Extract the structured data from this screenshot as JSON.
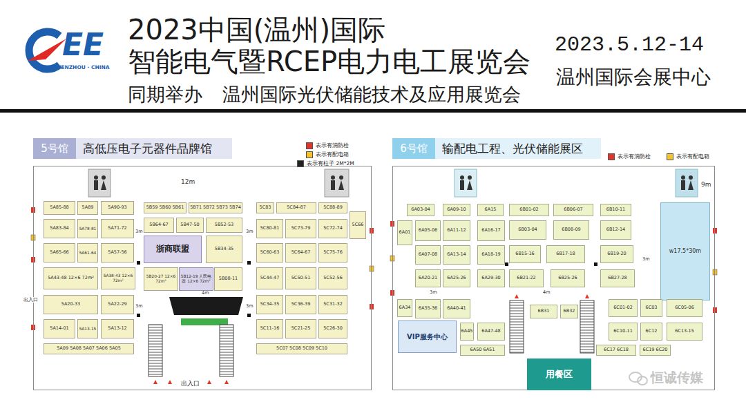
{
  "diagram": {
    "title": "2023中国(温州)国际 智能电气暨RCEP电力电工展览会",
    "nodes": [
      {
        "text": [
          "5号馆",
          "高低压电子元器件品牌馆"
        ]
      },
      {
        "text": [
          "5A85-88"
        ],
        "in": 0
      },
      {
        "text": [
          "5A89"
        ],
        "in": 0
      },
      {
        "text": [
          "5A90-93"
        ],
        "in": 0
      },
      {
        "text": [
          "5A83-84"
        ],
        "in": 0
      },
      {
        "text": [
          "5A78-81"
        ],
        "in": 0
      },
      {
        "text": [
          "5A71-72"
        ],
        "in": 0
      },
      {
        "text": [
          "5A65-66"
        ],
        "in": 0
      },
      {
        "text": [
          "5A61-64"
        ],
        "in": 0
      },
      {
        "text": [
          "5A57-56"
        ],
        "in": 0
      },
      {
        "text": [
          "5A43-48 12×6 72m²"
        ],
        "in": 0
      },
      {
        "text": [
          "5A38-43 12×6 72m²"
        ],
        "in": 0
      },
      {
        "text": [
          "5A20-33"
        ],
        "in": 0
      },
      {
        "text": [
          "5A22-29"
        ],
        "in": 0
      },
      {
        "text": [
          "5A14-01"
        ],
        "in": 0
      },
      {
        "text": [
          "5A13-15"
        ],
        "in": 0
      },
      {
        "text": [
          "5A13-12"
        ],
        "in": 0
      },
      {
        "text": [
          "5A09 5A08 5A07 5A06 5A05"
        ],
        "in": 0
      },
      {
        "text": [
          "5B59 5B60 5B61"
        ],
        "in": 0
      },
      {
        "text": [
          "5B71 5B72 5B73 5B74"
        ],
        "in": 0
      },
      {
        "text": [
          "5B64-67"
        ],
        "in": 0
      },
      {
        "text": [
          "5B47-50"
        ],
        "in": 0
      },
      {
        "text": [
          "5B52-53"
        ],
        "in": 0
      },
      {
        "text": [
          "浙商联盟"
        ],
        "in": 0
      },
      {
        "text": [
          "5B34-35"
        ],
        "in": 0
      },
      {
        "text": [
          "5B20-27 12×6 72m²"
        ],
        "in": 0
      },
      {
        "text": [
          "5B12-19 人民电器 12×6 72m²"
        ],
        "in": 0
      },
      {
        "text": [
          "5B08-11"
        ],
        "in": 0
      },
      {
        "text": [
          "5C83"
        ],
        "in": 0
      },
      {
        "text": [
          "5C84-87"
        ],
        "in": 0
      },
      {
        "text": [
          "5C88-89"
        ],
        "in": 0
      },
      {
        "text": [
          "5C80-81"
        ],
        "in": 0
      },
      {
        "text": [
          "5C73-79"
        ],
        "in": 0
      },
      {
        "text": [
          "5C72-74"
        ],
        "in": 0
      },
      {
        "text": [
          "5C66"
        ],
        "in": 0
      },
      {
        "text": [
          "5C60-63"
        ],
        "in": 0
      },
      {
        "text": [
          "5C64-67"
        ],
        "in": 0
      },
      {
        "text": [
          "5C75-76"
        ],
        "in": 0
      },
      {
        "text": [
          "5C44-47"
        ],
        "in": 0
      },
      {
        "text": [
          "5C50-51"
        ],
        "in": 0
      },
      {
        "text": [
          "5C52-56"
        ],
        "in": 0
      },
      {
        "text": [
          "5C34-35"
        ],
        "in": 0
      },
      {
        "text": [
          "5C36-39"
        ],
        "in": 0
      },
      {
        "text": [
          "5C31-32"
        ],
        "in": 0
      },
      {
        "text": [
          "5C11-16"
        ],
        "in": 0
      },
      {
        "text": [
          "5C21-25"
        ],
        "in": 0
      },
      {
        "text": [
          "5C26-30"
        ],
        "in": 0
      },
      {
        "text": [
          "5C07 5C08 5C09 5C10"
        ],
        "in": 0
      },
      {
        "text": [
          "6号馆",
          "输配电工程、光伏储能展区"
        ]
      },
      {
        "text": [
          "6A03-04"
        ],
        "in": 48
      },
      {
        "text": [
          "6A09-10"
        ],
        "in": 48
      },
      {
        "text": [
          "6A15"
        ],
        "in": 48
      },
      {
        "text": [
          "6B01-02"
        ],
        "in": 48
      },
      {
        "text": [
          "6B06-07"
        ],
        "in": 48
      },
      {
        "text": [
          "6B10-11"
        ],
        "in": 48
      },
      {
        "text": [
          "6A01"
        ],
        "in": 48
      },
      {
        "text": [
          "6A05-06"
        ],
        "in": 48
      },
      {
        "text": [
          "6A11-12"
        ],
        "in": 48
      },
      {
        "text": [
          "6A16-17"
        ],
        "in": 48
      },
      {
        "text": [
          "6B03-04"
        ],
        "in": 48
      },
      {
        "text": [
          "6B08-09"
        ],
        "in": 48
      },
      {
        "text": [
          "6B12-14"
        ],
        "in": 48
      },
      {
        "text": [
          "w17.5*30m"
        ],
        "in": 48
      },
      {
        "text": [
          "6A07-08"
        ],
        "in": 48
      },
      {
        "text": [
          "6A13-14"
        ],
        "in": 48
      },
      {
        "text": [
          "6A18-19"
        ],
        "in": 48
      },
      {
        "text": [
          "6B15-16"
        ],
        "in": 48
      },
      {
        "text": [
          "6B17-18"
        ],
        "in": 48
      },
      {
        "text": [
          "6B19-20"
        ],
        "in": 48
      },
      {
        "text": [
          "6A20-21"
        ],
        "in": 48
      },
      {
        "text": [
          "6A25-26"
        ],
        "in": 48
      },
      {
        "text": [
          "6A29-30"
        ],
        "in": 48
      },
      {
        "text": [
          "6B21-22"
        ],
        "in": 48
      },
      {
        "text": [
          "6B25-26"
        ],
        "in": 48
      },
      {
        "text": [
          "6B27-28"
        ],
        "in": 48
      },
      {
        "text": [
          "6A34"
        ],
        "in": 48
      },
      {
        "text": [
          "6A35-36"
        ],
        "in": 48
      },
      {
        "text": [
          "6A40-41"
        ],
        "in": 48
      },
      {
        "text": [
          "6B31"
        ],
        "in": 48
      },
      {
        "text": [
          "6B32"
        ],
        "in": 48
      },
      {
        "text": [
          "6C01-02"
        ],
        "in": 48
      },
      {
        "text": [
          "6C03"
        ],
        "in": 48
      },
      {
        "text": [
          "6C05-06"
        ],
        "in": 48
      },
      {
        "text": [
          "VIP服务中心"
        ],
        "in": 48
      },
      {
        "text": [
          "6A45"
        ],
        "in": 48
      },
      {
        "text": [
          "6A47-48"
        ],
        "in": 48
      },
      {
        "text": [
          "6C10-11"
        ],
        "in": 48
      },
      {
        "text": [
          "6C12"
        ],
        "in": 48
      },
      {
        "text": [
          "6C13-15"
        ],
        "in": 48
      },
      {
        "text": [
          "6A50 6A51"
        ],
        "in": 48
      },
      {
        "text": [
          "6C17 6C18"
        ],
        "in": 48
      },
      {
        "text": [
          "6C19 6C20"
        ],
        "in": 48
      },
      {
        "text": [
          "用餐区"
        ],
        "in": 48
      }
    ],
    "labels": [
      "EE",
      "WENZHOU · CHINA",
      "同期举办",
      "温州国际光伏储能技术及应用展览会",
      "2023.5.12-14",
      "温州国际会展中心",
      "12m",
      "3m",
      "3m",
      "3m",
      "3m",
      "4m",
      "出入口",
      "出入口",
      "9m",
      "3m",
      "3m",
      "4m",
      "恒诚传媒"
    ],
    "legend": [
      {
        "text": "表示有消防栓",
        "color": "#e0352b"
      },
      {
        "text": "表示有配电箱",
        "color": "#f2c230"
      },
      {
        "text": "表示有柱子 2M*2M",
        "color": "#222222"
      },
      {
        "text": "表示有消防栓",
        "color": "#e0352b"
      },
      {
        "text": "表示有配电箱",
        "color": "#f2c230"
      }
    ]
  }
}
